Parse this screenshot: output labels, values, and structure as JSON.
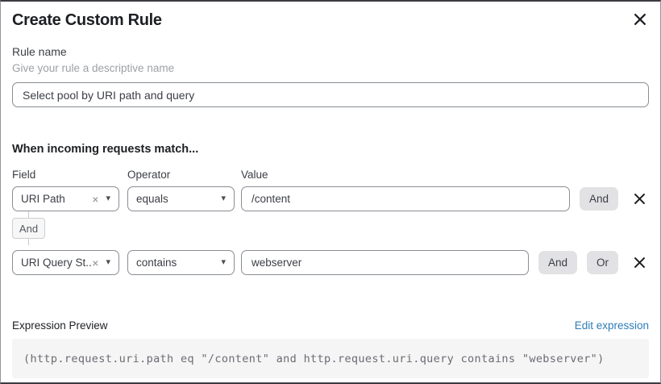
{
  "dialog": {
    "title": "Create Custom Rule"
  },
  "rule_name": {
    "label": "Rule name",
    "hint": "Give your rule a descriptive name",
    "value": "Select pool by URI path and query"
  },
  "matcher": {
    "heading": "When incoming requests match...",
    "columns": {
      "field": "Field",
      "operator": "Operator",
      "value": "Value"
    },
    "rows": [
      {
        "field": "URI Path",
        "operator": "equals",
        "value": "/content",
        "buttons": [
          "And"
        ]
      },
      {
        "field": "URI Query St...",
        "operator": "contains",
        "value": "webserver",
        "buttons": [
          "And",
          "Or"
        ]
      }
    ],
    "connector": "And"
  },
  "expression": {
    "label": "Expression Preview",
    "edit_link": "Edit expression",
    "value": "(http.request.uri.path eq \"/content\" and http.request.uri.query contains \"webserver\")"
  },
  "icons": {
    "close": "x-mark",
    "clear": "×",
    "chevron_down": "▾",
    "remove": "x-mark"
  },
  "colors": {
    "link": "#2e7cb8",
    "logic_button_bg": "#e2e2e4",
    "input_border": "#898d93",
    "expr_box_bg": "#f5f5f6",
    "connector_chip_bg": "#f7f7f8"
  }
}
